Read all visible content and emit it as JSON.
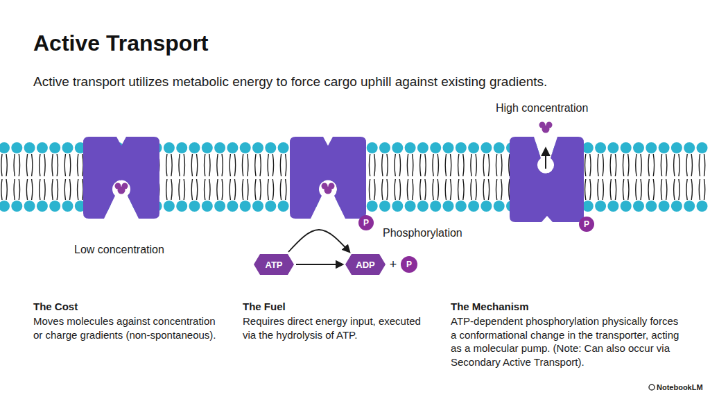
{
  "diagram": {
    "title": "Active Transport",
    "nodes": [
      {
        "text": [
          "P"
        ]
      },
      {
        "text": [
          "P"
        ]
      },
      {
        "text": [
          "ATP"
        ]
      },
      {
        "text": [
          "ADP"
        ]
      },
      {
        "text": [
          "P"
        ]
      }
    ],
    "edges": [
      {
        "from": 2,
        "to": 3,
        "arrow": "to"
      },
      {
        "from": 2,
        "to": 3,
        "arrow": "to"
      }
    ],
    "labels": [
      "Active transport utilizes metabolic energy to force cargo uphill against existing gradients.",
      "High concentration",
      "Low concentration",
      "Phosphorylation",
      "+",
      "The Cost",
      "Moves molecules against concentration or charge gradients (non-spontaneous).",
      "The Fuel",
      "Requires direct energy input, executed via the hydrolysis of ATP.",
      "The Mechanism",
      "ATP-dependent phosphorylation physically forces a conformational change in the transporter, acting as a molecular pump. (Note: Can also occur via Secondary Active Transport).",
      "NotebookLM"
    ]
  }
}
